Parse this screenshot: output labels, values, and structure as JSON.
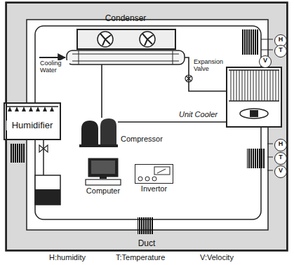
{
  "diagram": {
    "nodes": [
      {
        "text": [
          "Duct"
        ]
      },
      {
        "text": [
          "Condenser"
        ],
        "in": 0
      },
      {
        "text": [
          "Humidifier"
        ],
        "in": 0
      },
      {
        "text": [
          "Unit Cooler"
        ],
        "in": 0
      },
      {
        "text": [
          "Compressor"
        ],
        "in": 0
      },
      {
        "text": [
          "Computer"
        ],
        "in": 0
      },
      {
        "text": [
          "Invertor"
        ],
        "in": 0
      },
      {
        "text": [
          "H"
        ],
        "in": 0
      },
      {
        "text": [
          "T"
        ],
        "in": 0
      },
      {
        "text": [
          "V"
        ],
        "in": 0
      },
      {
        "text": [
          "H"
        ],
        "in": 0
      },
      {
        "text": [
          "T"
        ],
        "in": 0
      },
      {
        "text": [
          "V"
        ],
        "in": 0
      }
    ],
    "edges": [
      {
        "from": 1,
        "to": 3,
        "arrow": "none"
      },
      {
        "from": 3,
        "to": 4,
        "arrow": "none"
      },
      {
        "from": 4,
        "to": 1,
        "arrow": "none"
      }
    ],
    "labels": [
      "Cooling Water",
      "Expansion Valve",
      "H:humidity",
      "T:Temperature",
      "V:Velocity"
    ]
  }
}
